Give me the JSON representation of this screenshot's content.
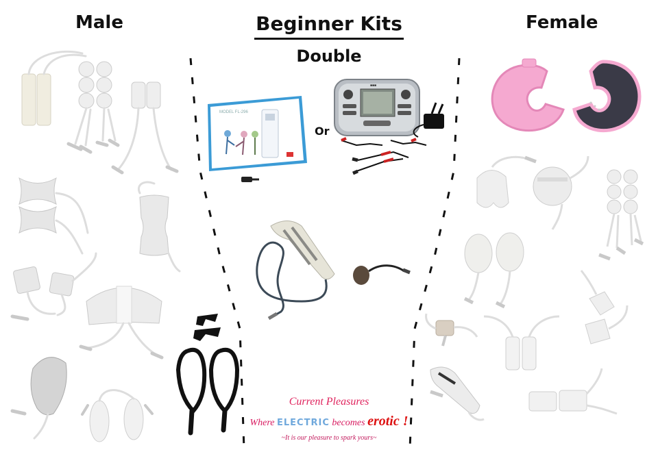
{
  "headings": {
    "male": "Male",
    "title": "Beginner Kits",
    "subtitle": "Double",
    "female": "Female"
  },
  "or_label": "Or",
  "brand": {
    "name": "Current Pleasures",
    "tag_where": "Where",
    "tag_electric": "ELECTRIC",
    "tag_becomes": "becomes",
    "tag_erotic": "erotic !",
    "motto": "~It is our pleasure to spark yours~"
  },
  "device_box": {
    "model_label": "MODEL FL-296"
  },
  "colors": {
    "pad": "#ececea",
    "pad_edge": "#cfcfcf",
    "wire": "#dddddd",
    "pink": "#f3a6cc",
    "dark_pad": "#3a3a47",
    "black": "#111111"
  }
}
